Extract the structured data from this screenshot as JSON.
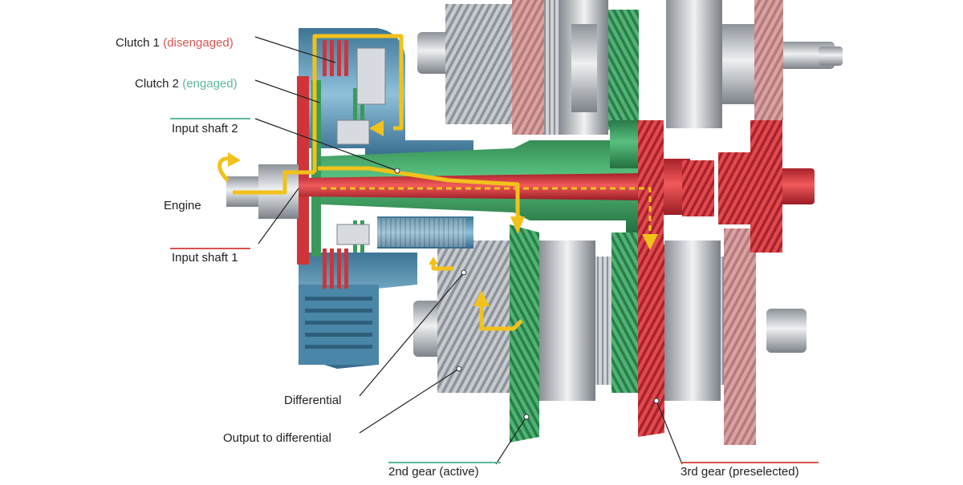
{
  "labels": {
    "clutch1": {
      "name": "Clutch 1",
      "state": "(disengaged)"
    },
    "clutch2": {
      "name": "Clutch 2",
      "state": "(engaged)"
    },
    "input_shaft_2": "Input shaft 2",
    "engine": "Engine",
    "input_shaft_1": "Input shaft 1",
    "differential": "Differential",
    "output_to_differential": "Output to differential",
    "gear2": "2nd gear (active)",
    "gear3": "3rd gear (preselected)"
  },
  "colors": {
    "clutch1_shaft1_gear3": "#d0343a",
    "clutch2_shaft2_gear2": "#3a9a5a",
    "housing": "#4a86a8",
    "power_flow": "#f2c21b",
    "steel": "#b8bcc2",
    "label_red": "#d9534f",
    "label_green": "#5cb89a"
  }
}
